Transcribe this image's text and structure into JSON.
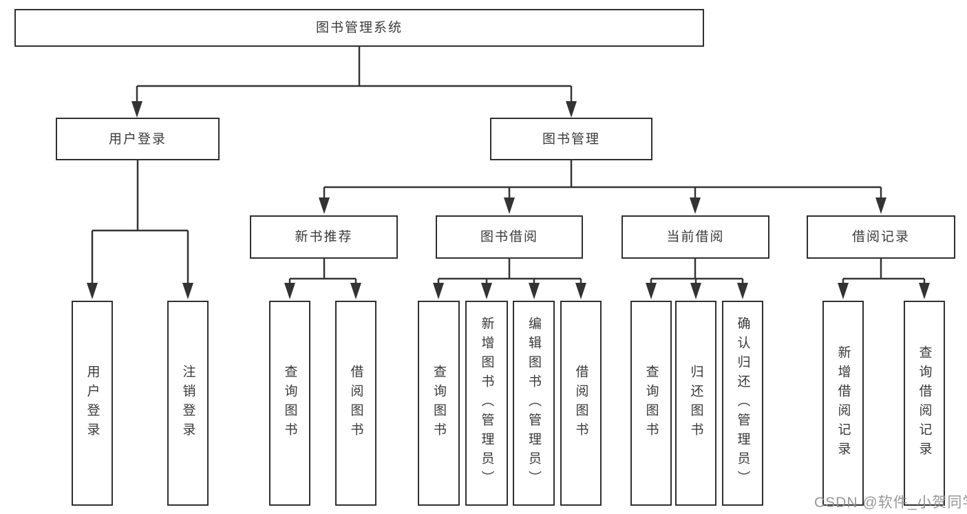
{
  "title": "图书管理系统",
  "watermark": "CSDN @软件_小贺同学",
  "colors": {
    "line": "#333333",
    "border": "#2f2f2f",
    "text": "#3a3a3a",
    "watermark": "#8c8c8c",
    "background": "#ffffff"
  },
  "tree": {
    "root": {
      "label": "图书管理系统"
    },
    "level2": [
      {
        "id": "login",
        "label": "用户登录"
      },
      {
        "id": "mgmt",
        "label": "图书管理"
      }
    ],
    "level3": [
      {
        "id": "new-books",
        "label": "新书推荐",
        "parent": "mgmt"
      },
      {
        "id": "book-borrow",
        "label": "图书借阅",
        "parent": "mgmt"
      },
      {
        "id": "current-borrow",
        "label": "当前借阅",
        "parent": "mgmt"
      },
      {
        "id": "borrow-records",
        "label": "借阅记录",
        "parent": "mgmt"
      }
    ],
    "leaves": [
      {
        "label": "用户登录",
        "parent": "login"
      },
      {
        "label": "注销登录",
        "parent": "login"
      },
      {
        "label": "查询图书",
        "parent": "new-books"
      },
      {
        "label": "借阅图书",
        "parent": "new-books"
      },
      {
        "label": "查询图书",
        "parent": "book-borrow"
      },
      {
        "label": "新增图书（管理员）",
        "parent": "book-borrow"
      },
      {
        "label": "编辑图书（管理员）",
        "parent": "book-borrow"
      },
      {
        "label": "借阅图书",
        "parent": "book-borrow"
      },
      {
        "label": "查询图书",
        "parent": "current-borrow"
      },
      {
        "label": "归还图书",
        "parent": "current-borrow"
      },
      {
        "label": "确认归还（管理员）",
        "parent": "current-borrow"
      },
      {
        "label": "新增借阅记录",
        "parent": "borrow-records"
      },
      {
        "label": "查询借阅记录",
        "parent": "borrow-records"
      }
    ]
  }
}
